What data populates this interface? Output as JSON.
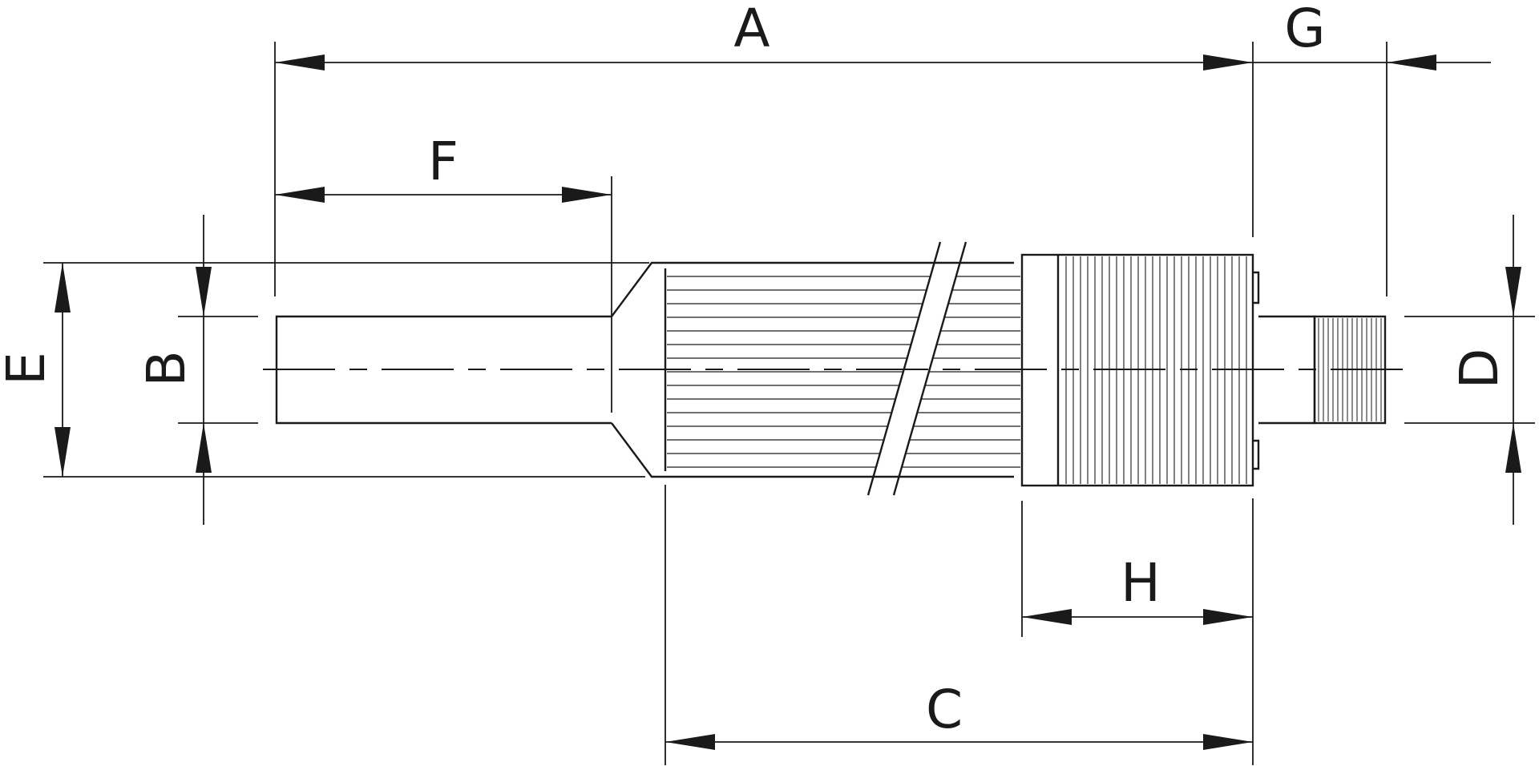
{
  "dimensions": {
    "A": "A",
    "B": "B",
    "C": "C",
    "D": "D",
    "E": "E",
    "F": "F",
    "G": "G",
    "H": "H"
  },
  "colors": {
    "line": "#1a1a1a",
    "background": "#ffffff"
  }
}
